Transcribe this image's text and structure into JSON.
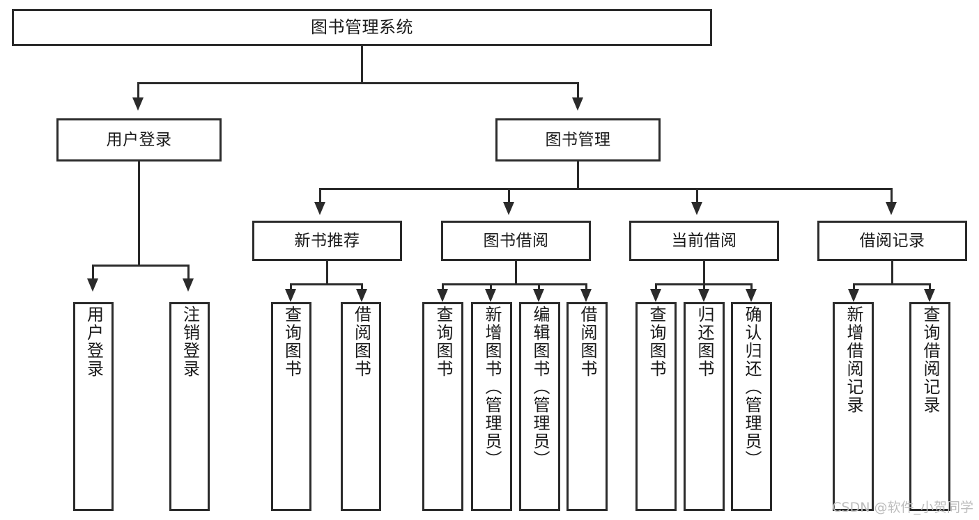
{
  "diagram": {
    "title": "图书管理系统",
    "type": "tree-hierarchy",
    "watermark": "CSDN @软件_小贺同学",
    "colors": {
      "line": "#2b2b2b",
      "box_border": "#2b2b2b",
      "box_fill": "#ffffff",
      "text": "#1a1a1a",
      "watermark": "#bdbdbd",
      "background": "#ffffff"
    },
    "root": {
      "label": "图书管理系统"
    },
    "level2": [
      {
        "label": "用户登录"
      },
      {
        "label": "图书管理"
      }
    ],
    "level3": [
      {
        "label": "新书推荐"
      },
      {
        "label": "图书借阅"
      },
      {
        "label": "当前借阅"
      },
      {
        "label": "借阅记录"
      }
    ],
    "leaves": {
      "user_login": [
        {
          "label": "用户登录"
        },
        {
          "label": "注销登录"
        }
      ],
      "new_book_recommend": [
        {
          "label": "查询图书"
        },
        {
          "label": "借阅图书"
        }
      ],
      "book_borrow": [
        {
          "label": "查询图书"
        },
        {
          "label": "新增图书（管理员）"
        },
        {
          "label": "编辑图书（管理员）"
        },
        {
          "label": "借阅图书"
        }
      ],
      "current_borrow": [
        {
          "label": "查询图书"
        },
        {
          "label": "归还图书"
        },
        {
          "label": "确认归还（管理员）"
        }
      ],
      "borrow_record": [
        {
          "label": "新增借阅记录"
        },
        {
          "label": "查询借阅记录"
        }
      ]
    }
  }
}
